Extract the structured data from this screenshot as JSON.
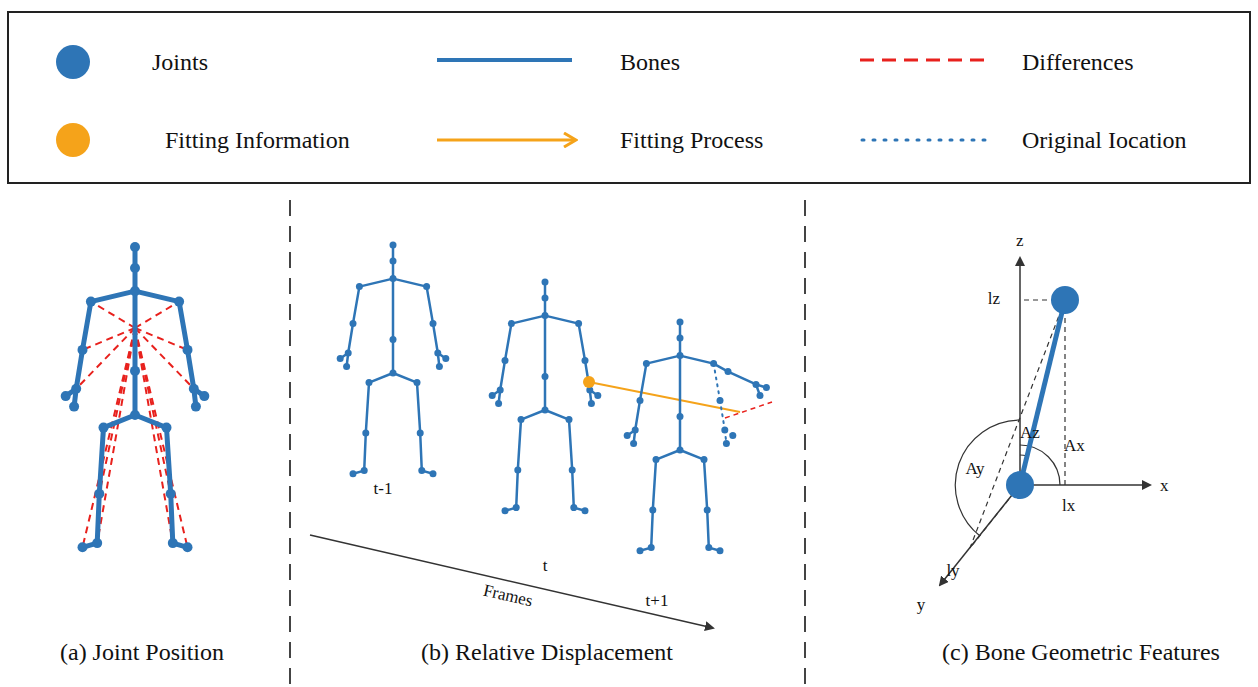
{
  "diagram": {
    "labels": [
      "(a) Joint Position",
      "(b) Relative Displacement",
      "(c) Bone Geometric Features",
      "t-1",
      "t",
      "t+1",
      "Frames",
      "z",
      "x",
      "y",
      "lz",
      "lx",
      "ly",
      "Az",
      "Ax",
      "Ay"
    ],
    "legend": [
      {
        "text": "Joints"
      },
      {
        "text": "Bones"
      },
      {
        "text": "Differences"
      },
      {
        "text": "Fitting Information"
      },
      {
        "text": "Fitting Process"
      },
      {
        "text": "Original Iocation"
      }
    ]
  }
}
